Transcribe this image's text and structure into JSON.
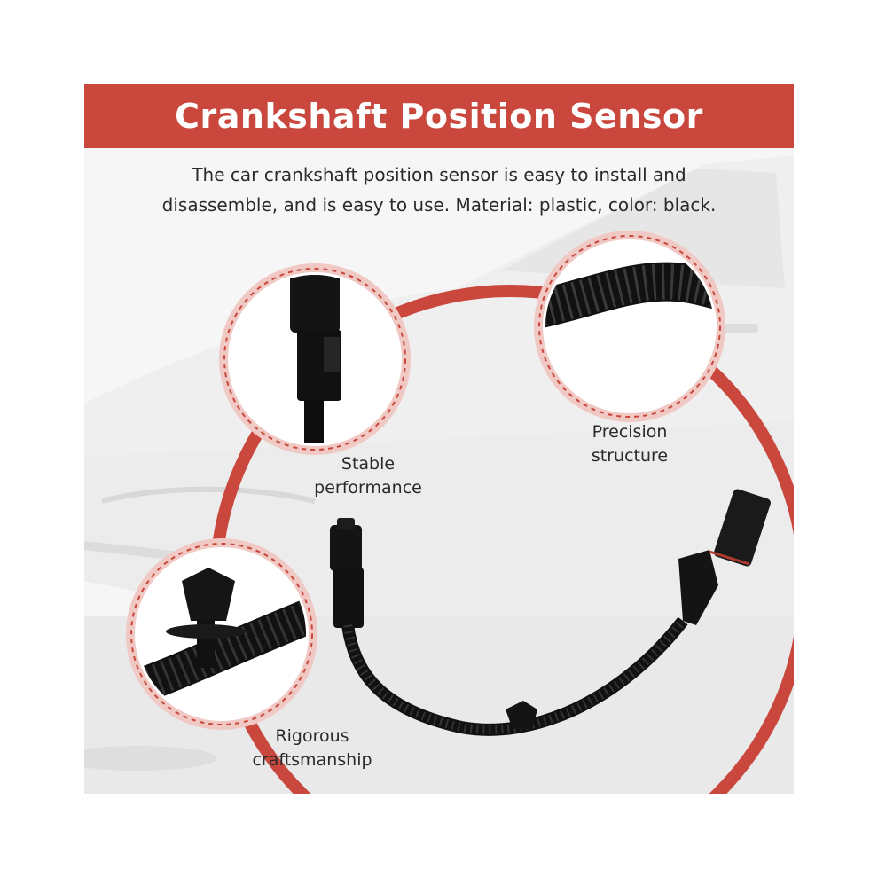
{
  "banner": {
    "title": "Crankshaft Position Sensor"
  },
  "description": "The car crankshaft position sensor is easy to install and disassemble, and is easy to use. Material: plastic, color: black.",
  "features": [
    {
      "label": "Stable performance",
      "lines": [
        "Stable",
        "performance"
      ]
    },
    {
      "label": "Precision structure",
      "lines": [
        "Precision",
        "structure"
      ]
    },
    {
      "label": "Rigorous craftsmanship",
      "lines": [
        "Rigorous",
        "craftsmanship"
      ]
    }
  ],
  "colors": {
    "accent": "#c9473c",
    "text": "#2a2a2a",
    "product": "#111111"
  }
}
